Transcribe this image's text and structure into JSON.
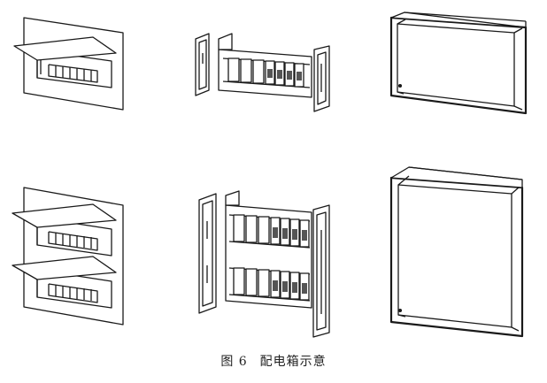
{
  "caption": {
    "label": "图 6",
    "text": "配电箱示意"
  },
  "figures": [
    {
      "name": "cover-single-row"
    },
    {
      "name": "chassis-single-row"
    },
    {
      "name": "enclosure-shallow"
    },
    {
      "name": "cover-double-row"
    },
    {
      "name": "chassis-double-row"
    },
    {
      "name": "enclosure-deep"
    }
  ],
  "colors": {
    "line": "#1a1a1a",
    "fill": "#ffffff",
    "shade": "#6b6b6b"
  }
}
